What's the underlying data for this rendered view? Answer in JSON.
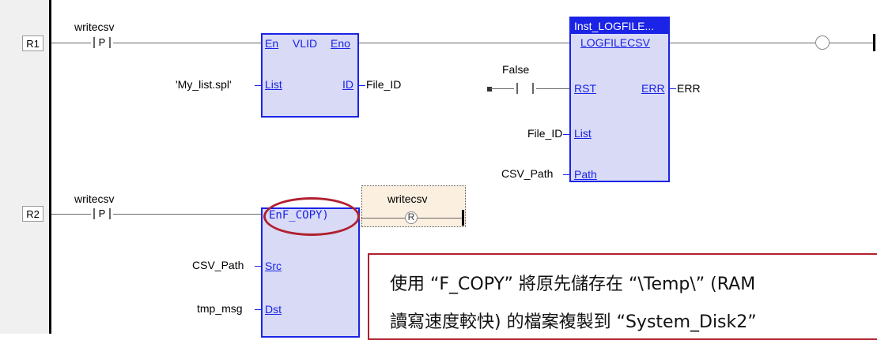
{
  "rows": [
    "R1",
    "R2"
  ],
  "rung1": {
    "contact_var": "writecsv",
    "contact_type": "P",
    "vlid": {
      "en": "En",
      "name": "VLID",
      "eno": "Eno",
      "list": "List",
      "id": "ID"
    },
    "list_input": "'My_list.spl'",
    "id_output": "File_ID",
    "logfile": {
      "instance": "Inst_LOGFILE...",
      "type": "LOGFILECSV",
      "rst": "RST",
      "err": "ERR",
      "list": "List",
      "path": "Path"
    },
    "rst_var": "False",
    "err_output": "ERR",
    "list_var": "File_ID",
    "path_var": "CSV_Path"
  },
  "rung2": {
    "contact_var": "writecsv",
    "contact_type": "P",
    "fcopy": {
      "name": "EnF_COPY)",
      "src": "Src",
      "dst": "Dst"
    },
    "src_var": "CSV_Path",
    "dst_var": "tmp_msg",
    "coil_var": "writecsv",
    "coil_type": "R"
  },
  "annotation": {
    "line1": "使用 “F_COPY” 將原先儲存在 “\\Temp\\” (RAM",
    "line2": "讀寫速度較快) 的檔案複製到 “System_Disk2”"
  },
  "colors": {
    "block_border": "#1a23e6",
    "block_fill": "#d8daf6",
    "highlight": "#b2202e",
    "selection_fill": "#fbefe0"
  }
}
